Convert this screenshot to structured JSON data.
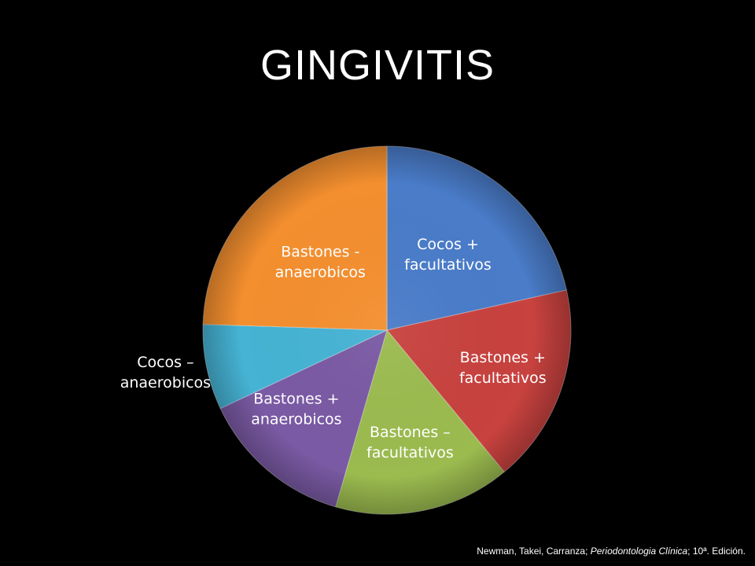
{
  "slide": {
    "title": "GINGIVITIS"
  },
  "chart_data": {
    "type": "pie",
    "title": "GINGIVITIS",
    "slices": [
      {
        "label": "Cocos + facultativos",
        "lines": [
          "Cocos +",
          "facultativos"
        ],
        "value": 21.5,
        "color": "#4a7cc9"
      },
      {
        "label": "Bastones + facultativos",
        "lines": [
          "Bastones +",
          "facultativos"
        ],
        "value": 17.5,
        "color": "#c8423f"
      },
      {
        "label": "Bastones – facultativos",
        "lines": [
          "Bastones –",
          "facultativos"
        ],
        "value": 15.5,
        "color": "#9bbb4f"
      },
      {
        "label": "Bastones + anaerobicos",
        "lines": [
          "Bastones +",
          "anaerobicos"
        ],
        "value": 13.5,
        "color": "#7a5aa4"
      },
      {
        "label": "Cocos – anaerobicos",
        "lines": [
          "Cocos –",
          "anaerobicos"
        ],
        "value": 7.5,
        "color": "#46b3d4"
      },
      {
        "label": "Bastones - anaerobicos",
        "lines": [
          "Bastones -",
          "anaerobicos"
        ],
        "value": 24.5,
        "color": "#f48f2f"
      }
    ]
  },
  "caption": {
    "authors": "Newman, Takei, Carranza; ",
    "book": "Periodontologia Clínica",
    "edition": "; 10ª. Edición."
  }
}
